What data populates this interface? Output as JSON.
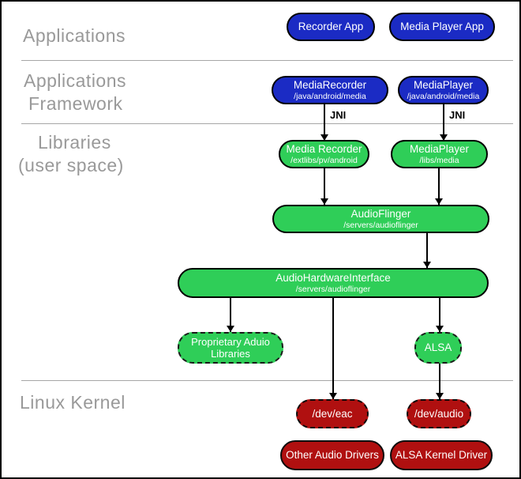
{
  "sections": {
    "applications": {
      "label": "Applications"
    },
    "framework": {
      "line1": "Applications",
      "line2": "Framework"
    },
    "libraries": {
      "line1": "Libraries",
      "line2": "(user space)"
    },
    "kernel": {
      "label": "Linux Kernel"
    }
  },
  "boxes": {
    "recorder_app": {
      "title": "Recorder App"
    },
    "media_player_app": {
      "title": "Media Player App"
    },
    "media_recorder_fw": {
      "title": "MediaRecorder",
      "subtitle": "/java/android/media"
    },
    "media_player_fw": {
      "title": "MediaPlayer",
      "subtitle": "/java/android/media"
    },
    "media_recorder_lib": {
      "title": "Media Recorder",
      "subtitle": "/extlibs/pv/android"
    },
    "media_player_lib": {
      "title": "MediaPlayer",
      "subtitle": "/libs/media"
    },
    "audio_flinger": {
      "title": "AudioFlinger",
      "subtitle": "/servers/audioflinger"
    },
    "audio_hardware_interface": {
      "title": "AudioHardwareInterface",
      "subtitle": "/servers/audioflinger"
    },
    "proprietary_audio_libraries": {
      "line1": "Proprietary Aduio",
      "line2": "Libraries"
    },
    "alsa": {
      "title": "ALSA"
    },
    "dev_eac": {
      "title": "/dev/eac"
    },
    "dev_audio": {
      "title": "/dev/audio"
    },
    "other_audio_drivers": {
      "title": "Other Audio Drivers"
    },
    "alsa_kernel_driver": {
      "title": "ALSA Kernel Driver"
    }
  },
  "connectors": {
    "jni_left_label": "JNI",
    "jni_right_label": "JNI"
  },
  "colors": {
    "app_blue": "#1b2bc4",
    "lib_green": "#2fce58",
    "kernel_red": "#b01010",
    "shadow_gray": "#c4c4c4",
    "section_label_gray": "#999999",
    "divider_gray": "#a6a6a6"
  }
}
